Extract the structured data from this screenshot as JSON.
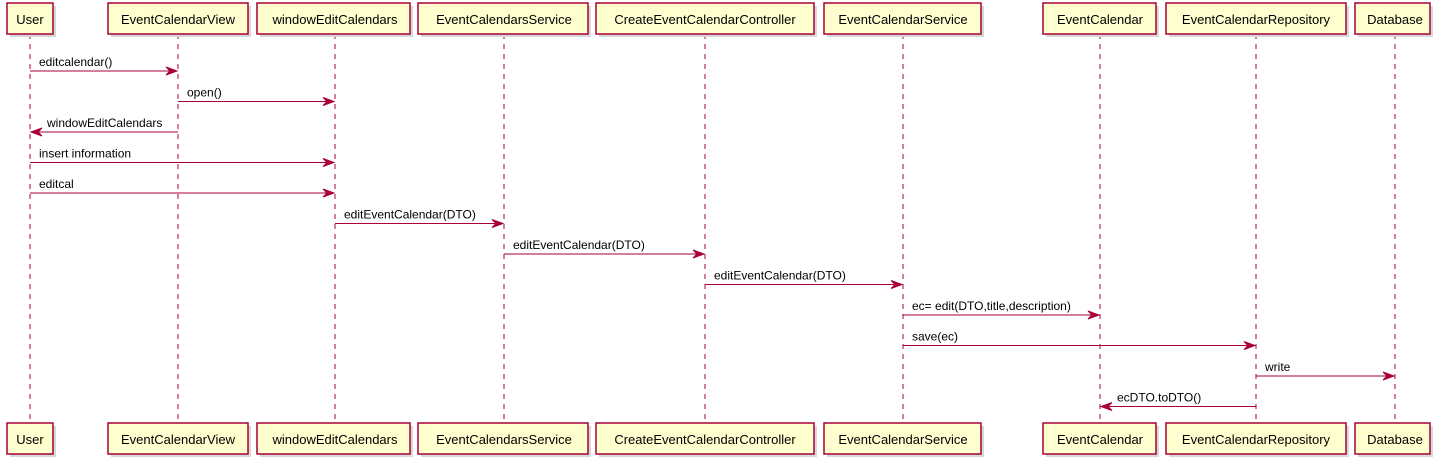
{
  "diagram": {
    "type": "sequence",
    "participants": [
      "User",
      "EventCalendarView",
      "windowEditCalendars",
      "EventCalendarsService",
      "CreateEventCalendarController",
      "EventCalendarService",
      "EventCalendar",
      "EventCalendarRepository",
      "Database"
    ],
    "messages": [
      {
        "from": "User",
        "to": "EventCalendarView",
        "label": "editcalendar()"
      },
      {
        "from": "EventCalendarView",
        "to": "windowEditCalendars",
        "label": "open()"
      },
      {
        "from": "EventCalendarView",
        "to": "User",
        "label": "windowEditCalendars"
      },
      {
        "from": "User",
        "to": "windowEditCalendars",
        "label": "insert information"
      },
      {
        "from": "User",
        "to": "windowEditCalendars",
        "label": "editcal"
      },
      {
        "from": "windowEditCalendars",
        "to": "EventCalendarsService",
        "label": "editEventCalendar(DTO)"
      },
      {
        "from": "EventCalendarsService",
        "to": "CreateEventCalendarController",
        "label": "editEventCalendar(DTO)"
      },
      {
        "from": "CreateEventCalendarController",
        "to": "EventCalendarService",
        "label": "editEventCalendar(DTO)"
      },
      {
        "from": "EventCalendarService",
        "to": "EventCalendar",
        "label": "ec= edit(DTO,title,description)"
      },
      {
        "from": "EventCalendarService",
        "to": "EventCalendarRepository",
        "label": "save(ec)"
      },
      {
        "from": "EventCalendarRepository",
        "to": "Database",
        "label": "write"
      },
      {
        "from": "EventCalendarRepository",
        "to": "EventCalendar",
        "label": "ecDTO.toDTO()"
      }
    ],
    "colors": {
      "participant_fill": "#FEFECE",
      "border": "#A80036",
      "arrow": "#A80036",
      "text": "#000000"
    }
  }
}
